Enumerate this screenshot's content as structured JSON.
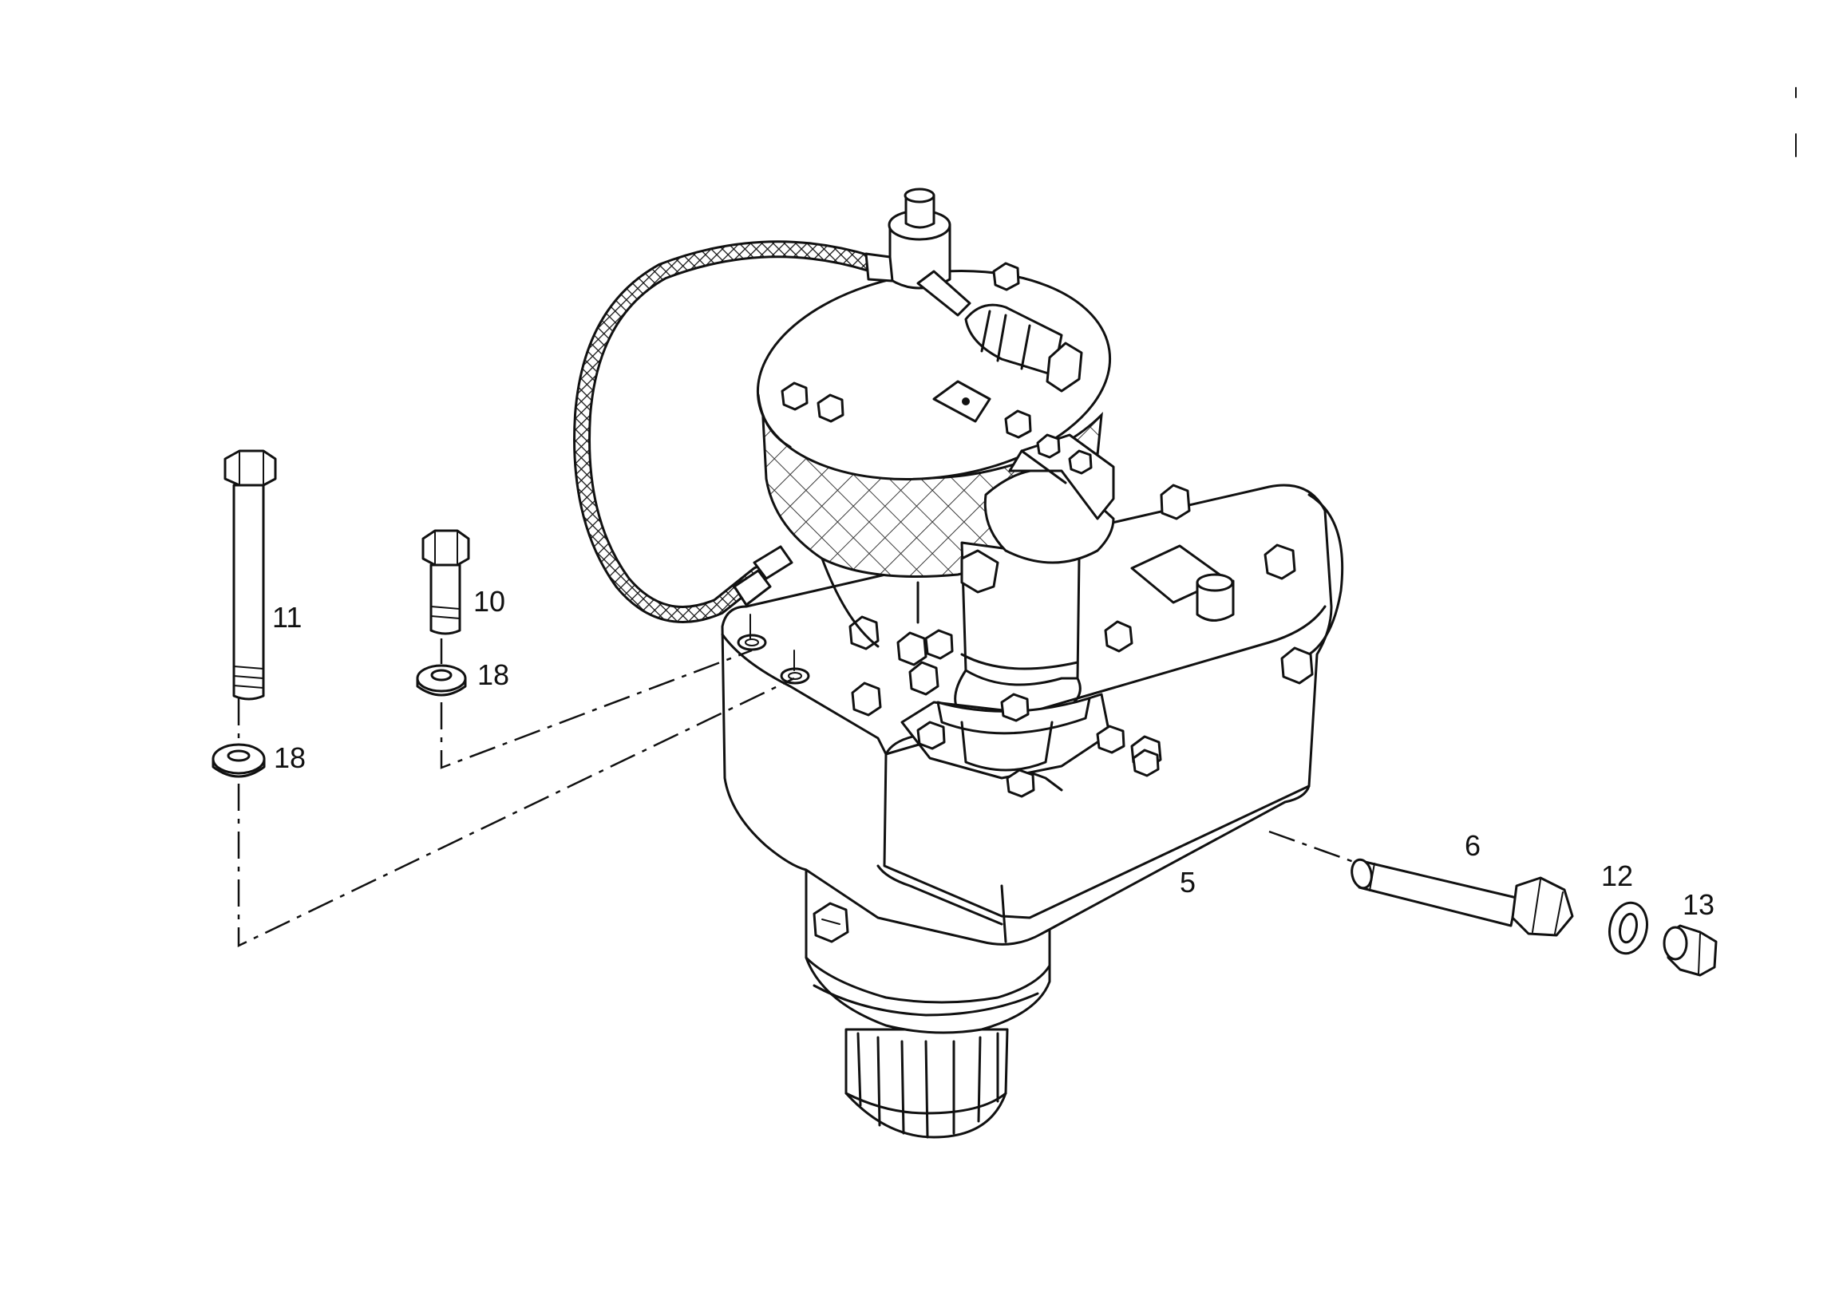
{
  "callouts": {
    "housing": "5",
    "screw_long": "6",
    "bolt_short": "10",
    "bolt_long": "11",
    "seal_ring": "12",
    "plug": "13",
    "washer_left": "18",
    "washer_right": "18"
  }
}
